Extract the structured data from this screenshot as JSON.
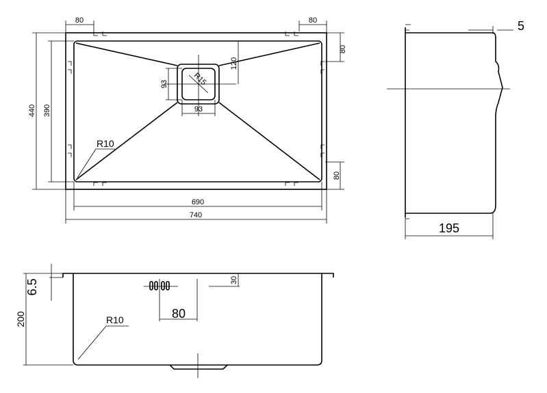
{
  "top_view": {
    "flange_left": "80",
    "flange_right": "80",
    "side_top_right": "80",
    "side_bottom_right": "80",
    "outer_depth": "440",
    "inner_depth": "390",
    "drain_height": "93",
    "drain_width": "93",
    "drain_radius": "R15",
    "drain_offset": "120",
    "corner_radius": "R10",
    "inner_width": "690",
    "outer_width": "740"
  },
  "side_view": {
    "flange_thickness": "5",
    "depth": "195"
  },
  "front_view": {
    "flange_height": "6.5",
    "total_height": "200",
    "corner_radius": "R10",
    "tap_hole_spacing": "80",
    "tap_hole_offset": "30"
  }
}
